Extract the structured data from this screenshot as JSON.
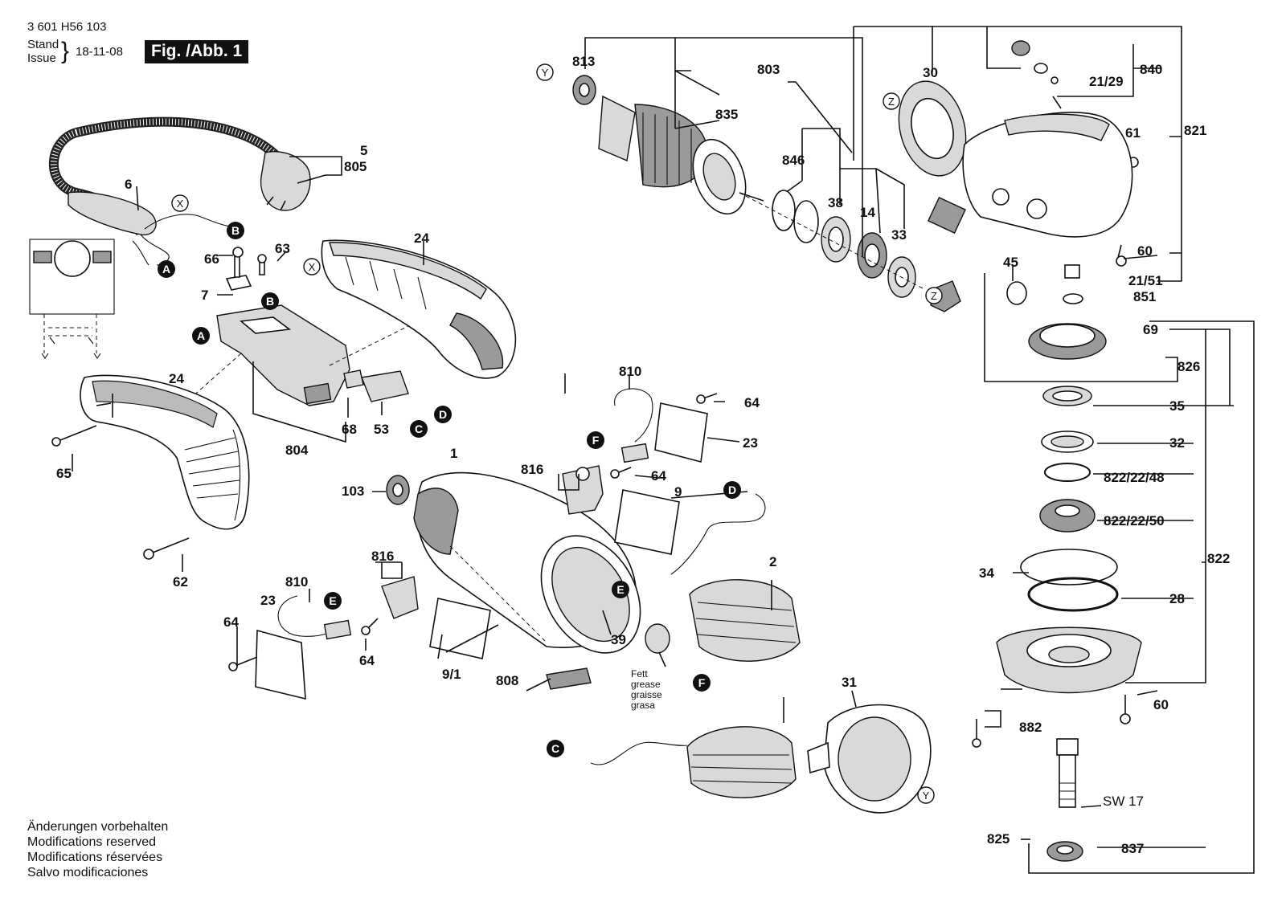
{
  "header": {
    "part_number": "3 601 H56 103",
    "stand_label": "Stand",
    "issue_label": "Issue",
    "date": "18-11-08",
    "figure_label": "Fig. /Abb. 1"
  },
  "footer_notes": [
    "Änderungen vorbehalten",
    "Modifications reserved",
    "Modifications réservées",
    "Salvo modificaciones"
  ],
  "grease_note": [
    "Fett",
    "grease",
    "graisse",
    "grasa"
  ],
  "part_labels": {
    "p1": "1",
    "p2": "2",
    "p5": "5",
    "p6": "6",
    "p7": "7",
    "p9": "9",
    "p9_1": "9/1",
    "p14": "14",
    "p21_29": "21/29",
    "p21_51": "21/51",
    "p23": "23",
    "p24": "24",
    "p28": "28",
    "p30": "30",
    "p31": "31",
    "p32": "32",
    "p33": "33",
    "p34": "34",
    "p35": "35",
    "p38": "38",
    "p39": "39",
    "p45": "45",
    "p53": "53",
    "p60": "60",
    "p61": "61",
    "p62": "62",
    "p63": "63",
    "p64": "64",
    "p65": "65",
    "p66": "66",
    "p68": "68",
    "p69": "69",
    "p103": "103",
    "p803": "803",
    "p804": "804",
    "p805": "805",
    "p808": "808",
    "p810": "810",
    "p813": "813",
    "p816": "816",
    "p821": "821",
    "p822": "822",
    "p822_22_48": "822/22/48",
    "p822_22_50": "822/22/50",
    "p825": "825",
    "p826": "826",
    "p835": "835",
    "p837": "837",
    "p840": "840",
    "p846": "846",
    "p851": "851",
    "p882": "882",
    "sw17": "SW 17"
  },
  "connectors": {
    "A": "A",
    "B": "B",
    "C": "C",
    "D": "D",
    "E": "E",
    "F": "F",
    "X": "X",
    "Y": "Y",
    "Z": "Z"
  }
}
